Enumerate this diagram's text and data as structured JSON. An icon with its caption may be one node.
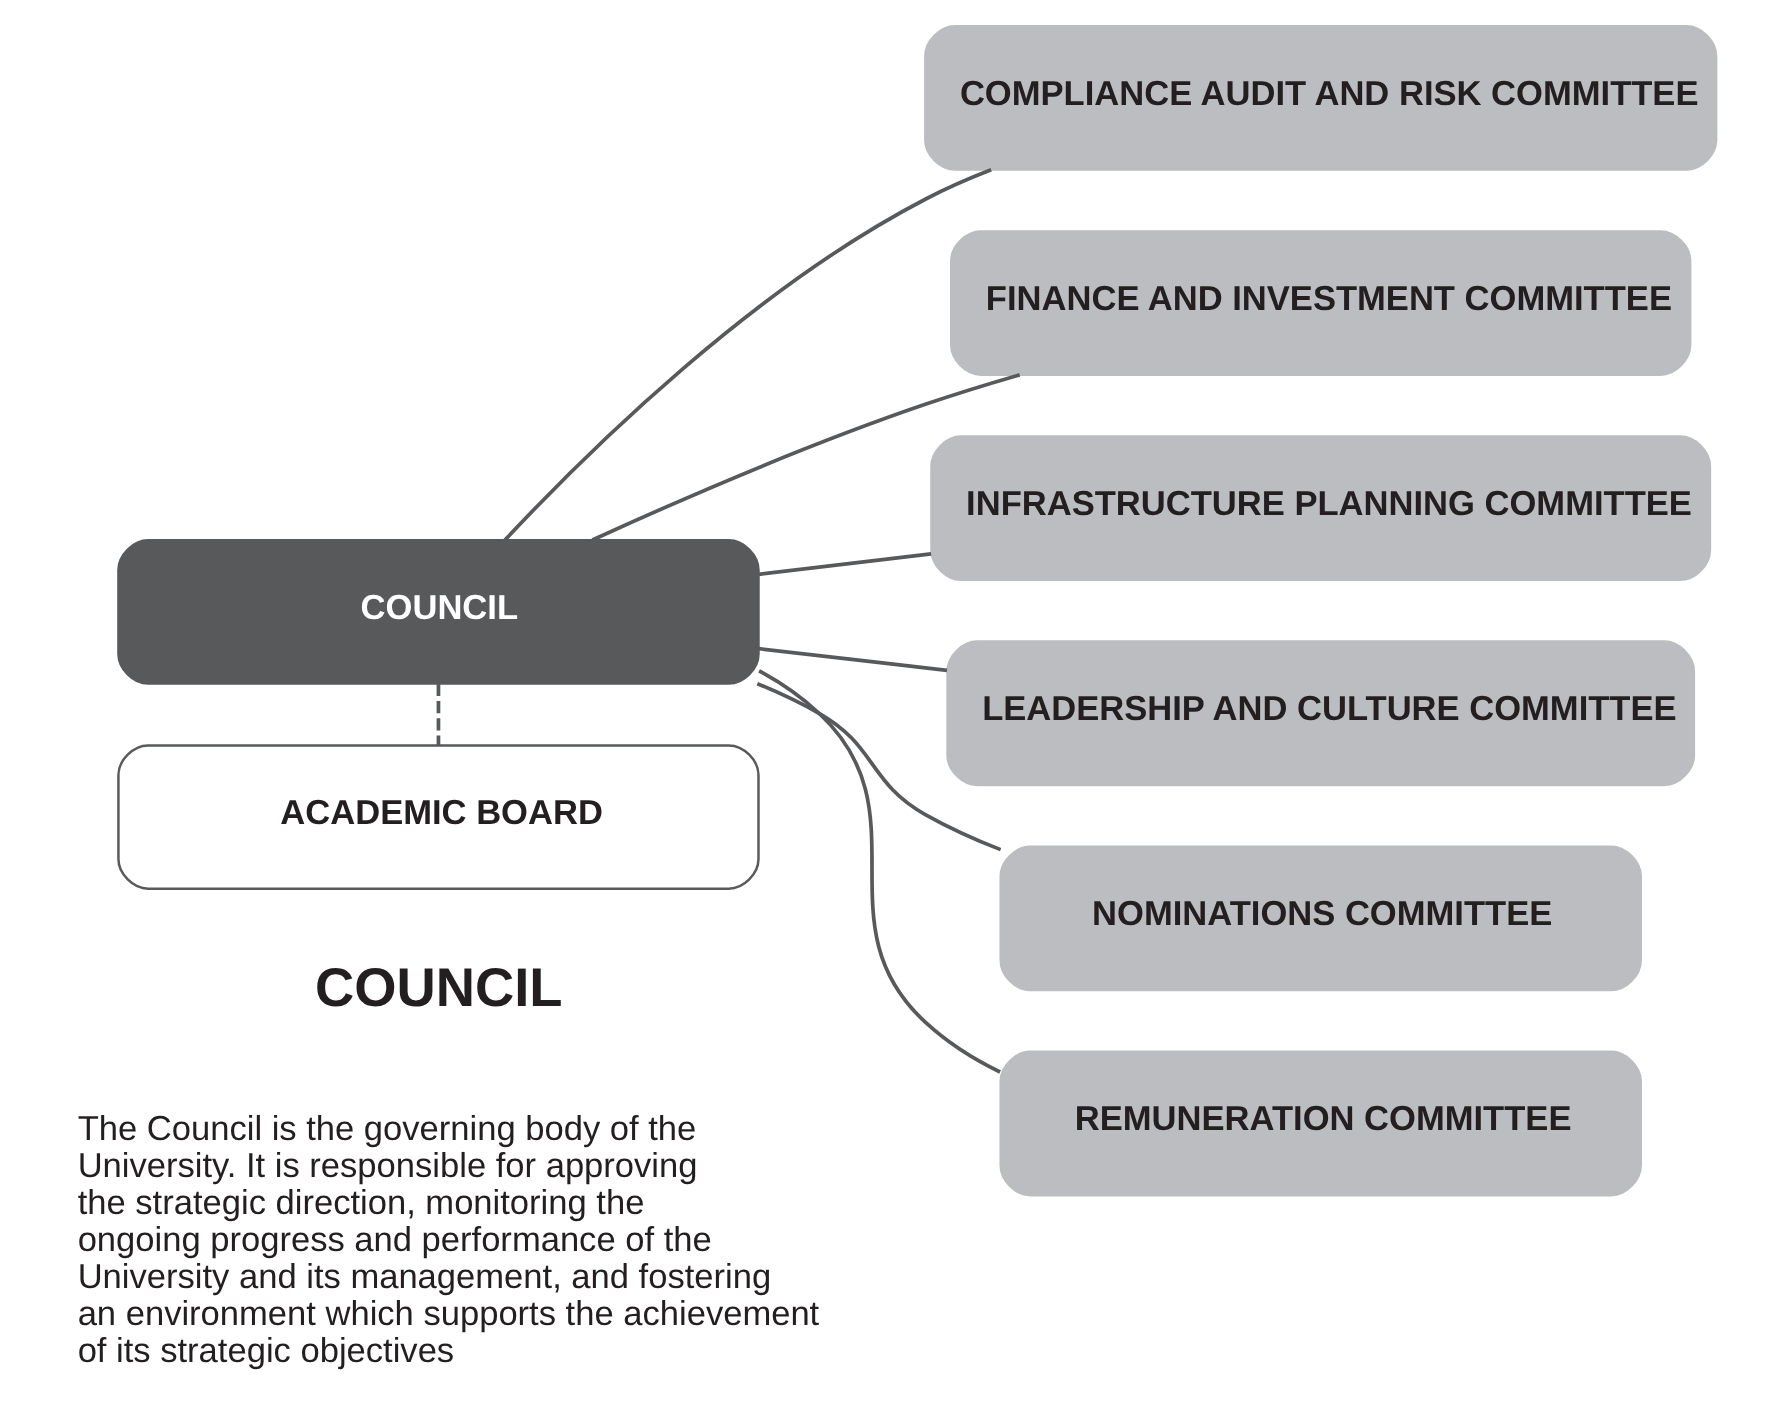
{
  "diagram": {
    "nodes": [
      {
        "text": [
          "COUNCIL"
        ]
      },
      {
        "text": [
          "ACADEMIC BOARD"
        ]
      },
      {
        "text": [
          "COMPLIANCE AUDIT AND RISK COMMITTEE"
        ]
      },
      {
        "text": [
          "FINANCE AND INVESTMENT COMMITTEE"
        ]
      },
      {
        "text": [
          "INFRASTRUCTURE PLANNING COMMITTEE"
        ]
      },
      {
        "text": [
          "LEADERSHIP AND CULTURE COMMITTEE"
        ]
      },
      {
        "text": [
          "NOMINATIONS COMMITTEE"
        ]
      },
      {
        "text": [
          "REMUNERATION COMMITTEE"
        ]
      }
    ],
    "edges": [
      {
        "from": 0,
        "to": 1,
        "arrow": "none",
        "style": "dashed"
      },
      {
        "from": 0,
        "to": 2,
        "arrow": "none"
      },
      {
        "from": 0,
        "to": 3,
        "arrow": "none"
      },
      {
        "from": 0,
        "to": 4,
        "arrow": "none"
      },
      {
        "from": 0,
        "to": 5,
        "arrow": "none"
      },
      {
        "from": 0,
        "to": 6,
        "arrow": "none"
      },
      {
        "from": 0,
        "to": 7,
        "arrow": "none"
      }
    ],
    "labels": [
      "COUNCIL",
      "The Council is the governing body of the University. It is responsible for approving the strategic direction, monitoring the ongoing progress and performance of the University and its management, and fostering an environment which supports the achievement of its strategic objectives"
    ]
  }
}
